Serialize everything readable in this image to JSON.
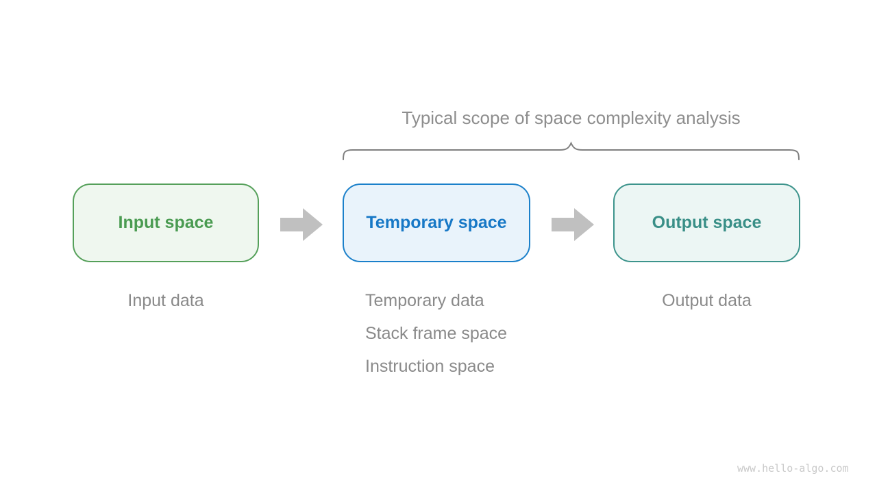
{
  "diagram": {
    "scope_title": "Typical scope of space complexity analysis",
    "nodes": [
      {
        "id": "input-space",
        "label": "Input space",
        "caption_lines": [
          "Input data"
        ],
        "border_color": "#55A05A",
        "fill_color": "#EFF7EF",
        "text_color": "#4A9B51"
      },
      {
        "id": "temporary-space",
        "label": "Temporary space",
        "caption_lines": [
          "Temporary data",
          "Stack frame space",
          "Instruction space"
        ],
        "border_color": "#1B80CA",
        "fill_color": "#E9F3FB",
        "text_color": "#1778C6"
      },
      {
        "id": "output-space",
        "label": "Output space",
        "caption_lines": [
          "Output data"
        ],
        "border_color": "#3D948C",
        "fill_color": "#ECF6F4",
        "text_color": "#398F87"
      }
    ],
    "arrow_color": "#C0C0C0",
    "brace_color": "#7F7F7F",
    "caption_color": "#8A8A8A",
    "title_color": "#8E8E8E"
  },
  "watermark": "www.hello-algo.com"
}
